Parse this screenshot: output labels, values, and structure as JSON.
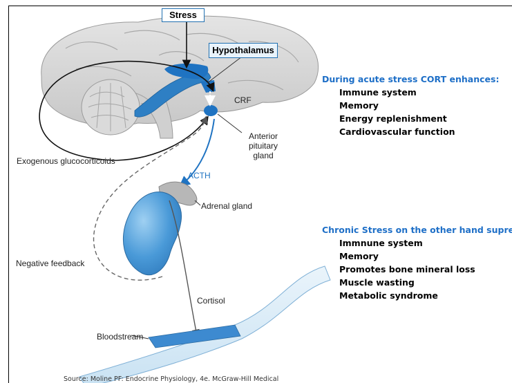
{
  "diagram": {
    "stress_label": "Stress",
    "hypothalamus_label": "Hypothalamus",
    "crf_label": "CRF",
    "anterior_pituitary_label": "Anterior\npituitary\ngland",
    "exogenous_label": "Exogenous glucocorticoids",
    "acth_label": "ACTH",
    "adrenal_label": "Adrenal gland",
    "negative_feedback_label": "Negative feedback",
    "cortisol_label": "Cortisol",
    "bloodstream_label": "Bloodstream"
  },
  "acute": {
    "heading": "During acute stress CORT enhances:",
    "items": [
      "Immune system",
      "Memory",
      "Energy replenishment",
      "Cardiovascular function"
    ]
  },
  "chronic": {
    "heading": "Chronic Stress on the other hand supresses:",
    "items": [
      "Immnune system",
      "Memory",
      "Promotes bone mineral loss",
      "Muscle wasting",
      "Metabolic syndrome"
    ]
  },
  "source": "Source: Moline PF: Endocrine Physiology, 4e. McGraw-Hill Medical",
  "colors": {
    "blue_accent": "#1e6fc7",
    "organ_blue": "#4a9ad8",
    "brain_gray": "#d4d4d4"
  }
}
